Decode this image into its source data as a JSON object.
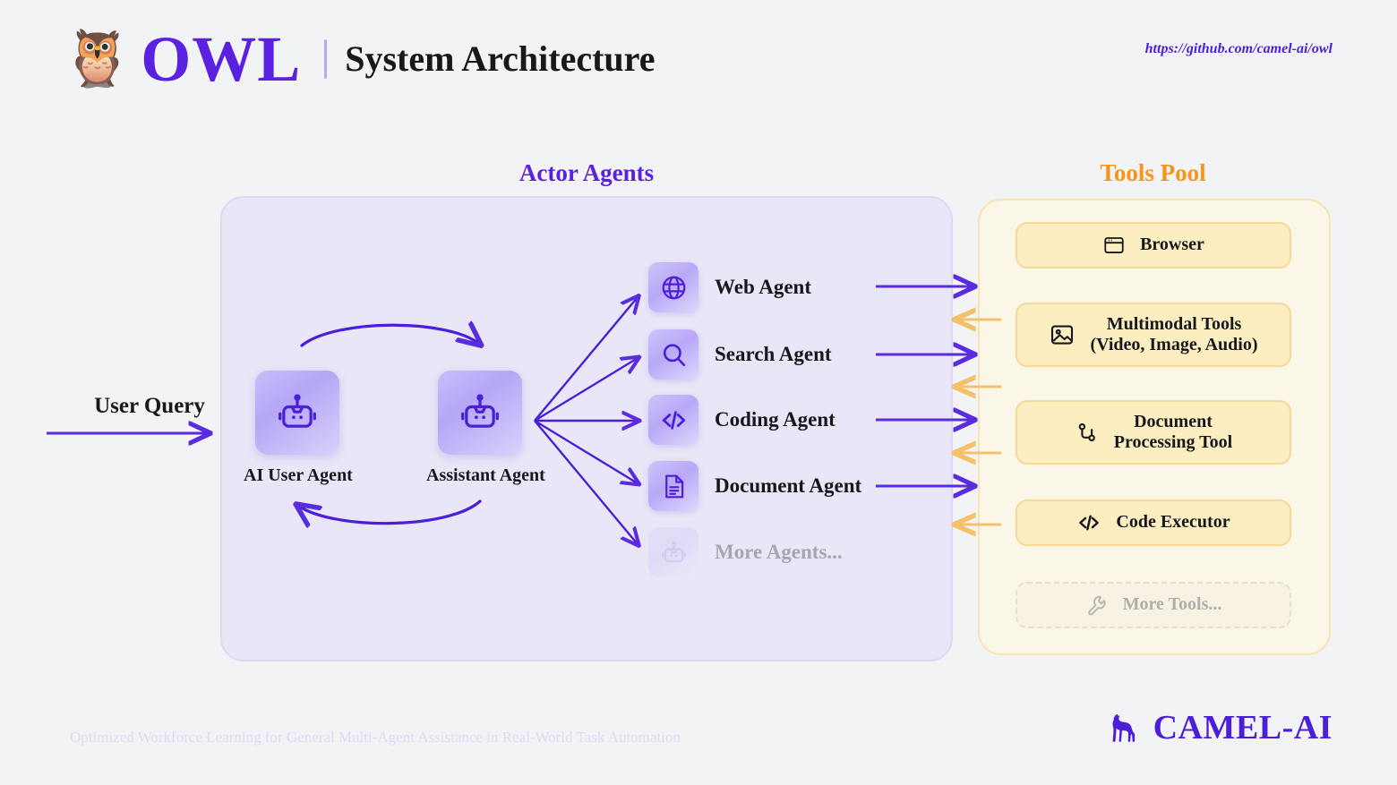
{
  "header": {
    "logo_emoji": "🦉",
    "brand": "OWL",
    "subtitle": "System Architecture",
    "github_url": "https://github.com/camel-ai/owl"
  },
  "sections": {
    "actor_agents_title": "Actor Agents",
    "tools_pool_title": "Tools Pool"
  },
  "flow": {
    "user_query_label": "User Query"
  },
  "core_agents": [
    {
      "name": "ai-user-agent",
      "label": "AI User Agent",
      "icon": "robot-icon"
    },
    {
      "name": "assistant-agent",
      "label": "Assistant Agent",
      "icon": "robot-icon"
    }
  ],
  "actor_agents": [
    {
      "label": "Web Agent",
      "icon": "globe-icon",
      "muted": false
    },
    {
      "label": "Search Agent",
      "icon": "search-icon",
      "muted": false
    },
    {
      "label": "Coding Agent",
      "icon": "code-icon",
      "muted": false
    },
    {
      "label": "Document Agent",
      "icon": "document-icon",
      "muted": false
    },
    {
      "label": "More Agents...",
      "icon": "robot-icon",
      "muted": true
    }
  ],
  "tools": [
    {
      "label": "Browser",
      "icon": "browser-window-icon",
      "muted": false
    },
    {
      "label": "Multimodal Tools\n(Video, Image, Audio)",
      "line1": "Multimodal Tools",
      "line2": "(Video, Image, Audio)",
      "icon": "image-icon",
      "muted": false
    },
    {
      "label": "Document\nProcessing Tool",
      "line1": "Document",
      "line2": "Processing Tool",
      "icon": "git-branch-icon",
      "muted": false
    },
    {
      "label": "Code Executor",
      "icon": "code-icon",
      "muted": false
    },
    {
      "label": "More Tools...",
      "icon": "wrench-icon",
      "muted": true
    }
  ],
  "footer": {
    "tagline": "Optimized Workforce Learning for General Multi-Agent Assistance in Real-World Task Automation",
    "brand": "CAMEL-AI",
    "brand_icon": "camel-icon"
  },
  "colors": {
    "purple": "#5a21e0",
    "deep_purple": "#4b1fd8",
    "orange": "#f7941e",
    "arrow_purple": "#5b2be0",
    "arrow_orange": "#f5c06a",
    "panel_purple_bg": "#e9e6f7",
    "panel_cream_bg": "#fbf7e8",
    "tool_card_bg": "#fdeec2",
    "tool_card_border": "#f7d898",
    "page_bg": "#f2f3f4"
  }
}
